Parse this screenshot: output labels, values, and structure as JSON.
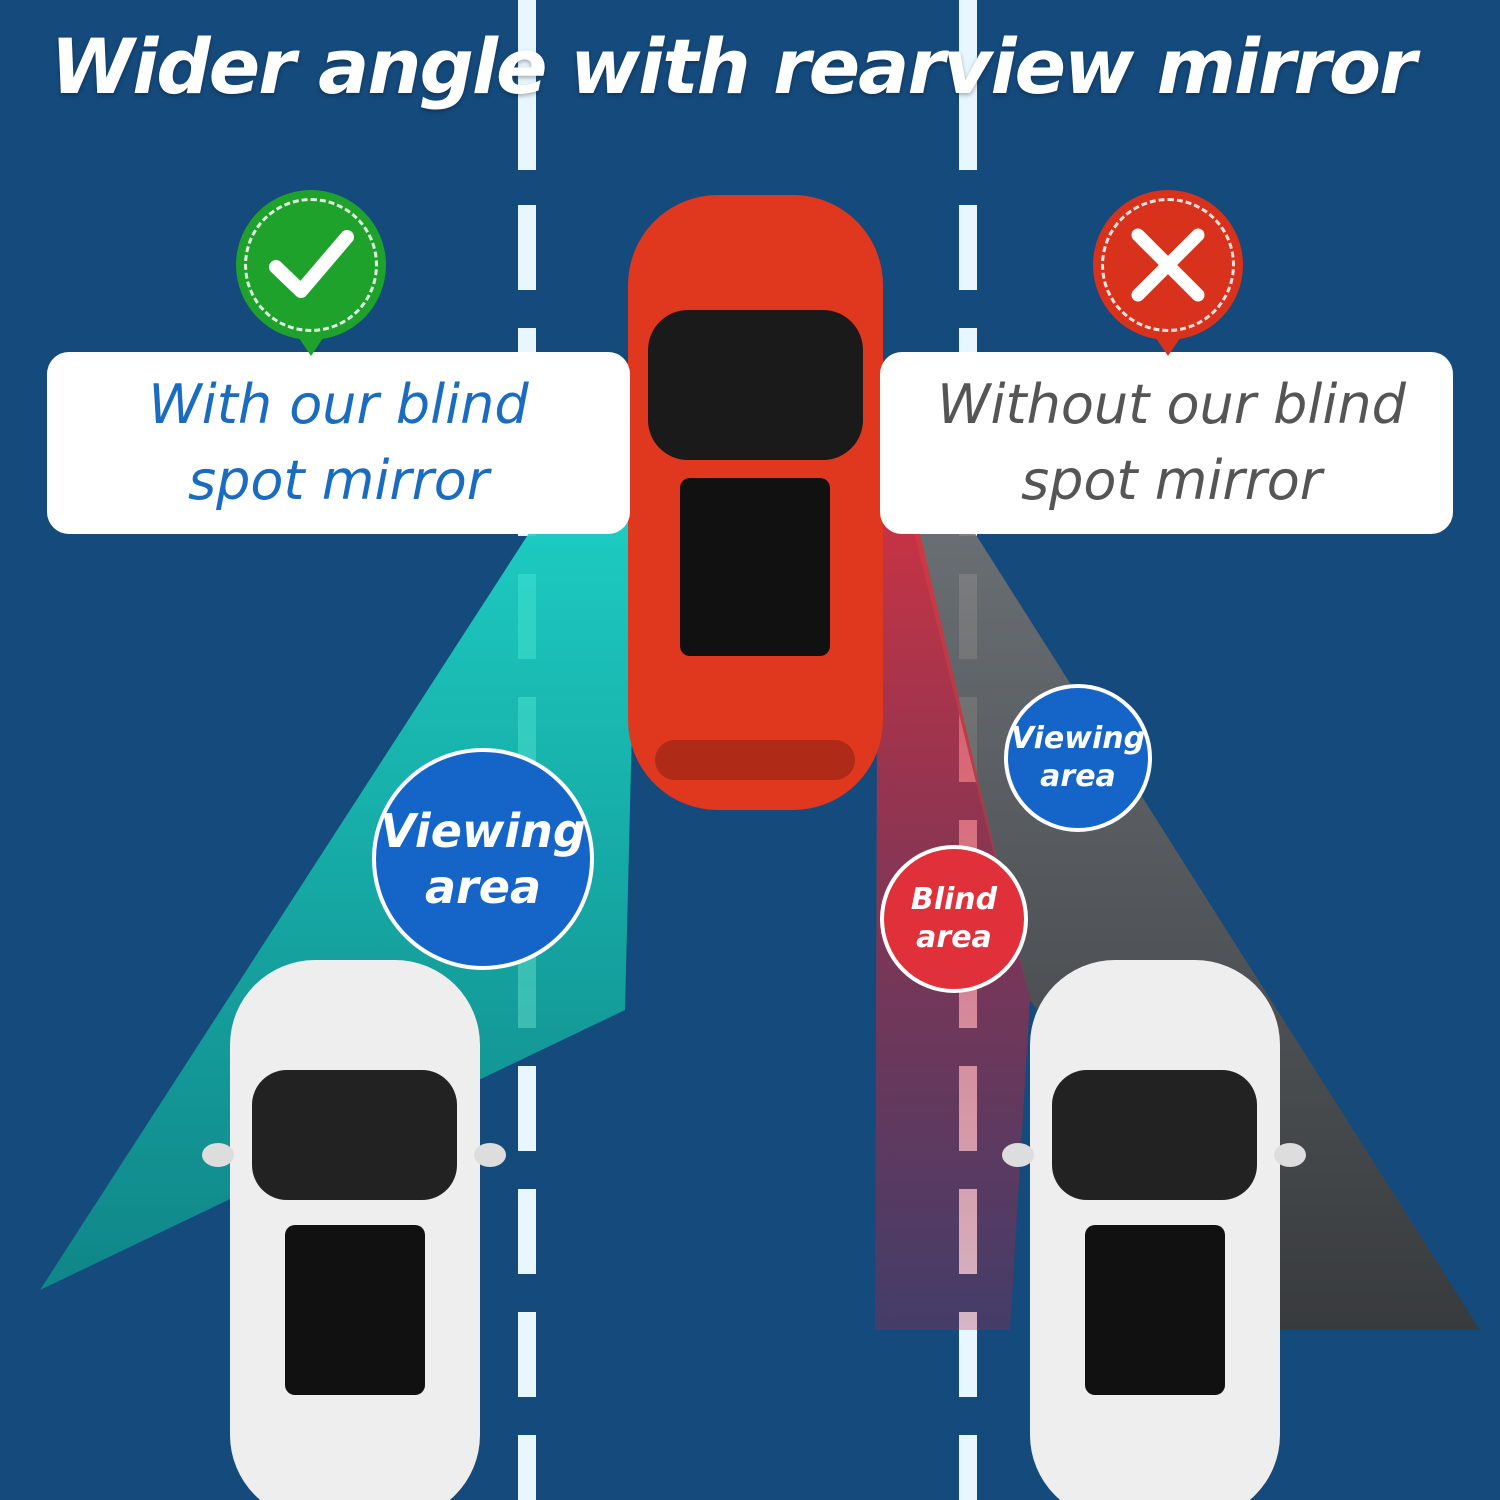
{
  "title": "Wider angle with rearview mirror",
  "left_panel": {
    "line1": "With our blind",
    "line2": "spot mirror",
    "icon": "checkmark-icon",
    "color": "#1a6cc0"
  },
  "right_panel": {
    "line1": "Without our blind",
    "line2": "spot mirror",
    "icon": "x-mark-icon",
    "color": "#555555"
  },
  "labels": {
    "left_viewing": {
      "line1": "Viewing",
      "line2": "area"
    },
    "right_viewing": {
      "line1": "Viewing",
      "line2": "area"
    },
    "blind": {
      "line1": "Blind",
      "line2": "area"
    }
  },
  "colors": {
    "background": "#154a7d",
    "check": "#1fa22b",
    "cross": "#d8321c",
    "teal": "#12c9b4",
    "blind": "#e0303a",
    "viewing": "#1565c8"
  }
}
